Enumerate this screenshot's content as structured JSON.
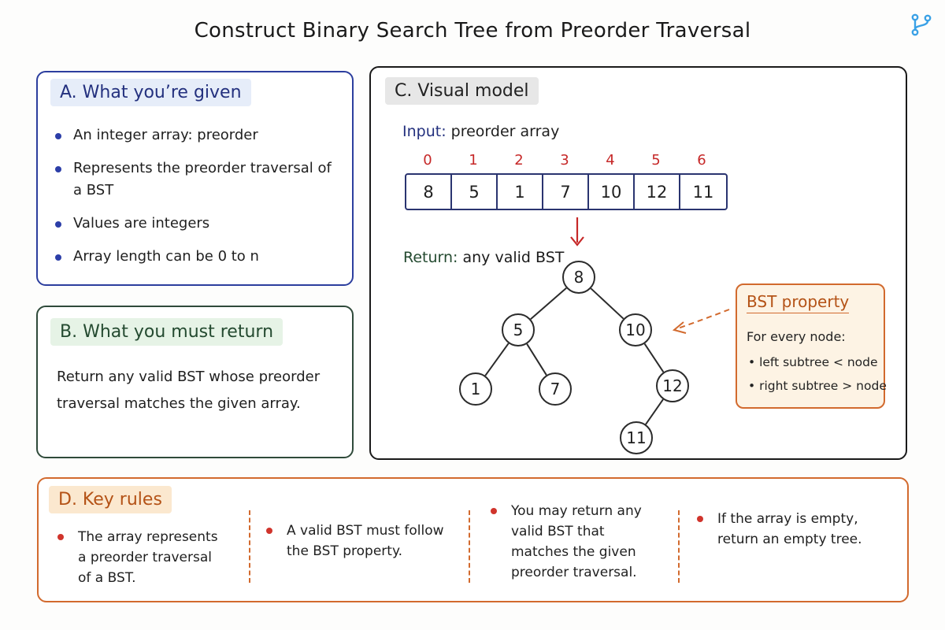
{
  "title": "Construct Binary Search Tree from Preorder Traversal",
  "logo_icon": "git-branch-icon",
  "accent_colors": {
    "given": "#2c3e9e",
    "return": "#2f4a3a",
    "rules": "#d26a2e",
    "index": "#c62828"
  },
  "given": {
    "heading": "A. What you’re given",
    "items": [
      {
        "text": "An integer array: preorder"
      },
      {
        "text": "Represents the preorder traversal of a BST"
      },
      {
        "text": "Values are integers"
      },
      {
        "text": "Array length can be 0 to n"
      }
    ]
  },
  "return": {
    "heading": "B. What you must return",
    "text": "Return any valid BST whose preorder traversal matches the given array."
  },
  "visual": {
    "heading": "C. Visual model",
    "input_key": "Input:",
    "input_text": "preorder array",
    "indices": [
      "0",
      "1",
      "2",
      "3",
      "4",
      "5",
      "6"
    ],
    "values": [
      "8",
      "5",
      "1",
      "7",
      "10",
      "12",
      "11"
    ],
    "return_key": "Return:",
    "return_text": "any valid BST",
    "tree": {
      "nodes": [
        {
          "id": "n8",
          "label": "8"
        },
        {
          "id": "n5",
          "label": "5"
        },
        {
          "id": "n10",
          "label": "10"
        },
        {
          "id": "n1",
          "label": "1"
        },
        {
          "id": "n7",
          "label": "7"
        },
        {
          "id": "n12",
          "label": "12"
        },
        {
          "id": "n11",
          "label": "11"
        }
      ],
      "edges": [
        [
          "n8",
          "n5"
        ],
        [
          "n8",
          "n10"
        ],
        [
          "n5",
          "n1"
        ],
        [
          "n5",
          "n7"
        ],
        [
          "n10",
          "n12"
        ],
        [
          "n12",
          "n11"
        ]
      ]
    }
  },
  "bst_property": {
    "title": "BST property",
    "intro": "For every node:",
    "items": [
      {
        "text": "• left subtree < node"
      },
      {
        "text": "• right subtree > node"
      }
    ]
  },
  "rules": {
    "heading": "D. Key rules",
    "items": [
      {
        "text": "The array represents a preorder traversal of a BST."
      },
      {
        "text": "A valid BST must follow the BST property."
      },
      {
        "text": "You may return any valid BST that matches the given preorder traversal."
      },
      {
        "text": "If the array is empty, return an empty tree."
      }
    ]
  }
}
